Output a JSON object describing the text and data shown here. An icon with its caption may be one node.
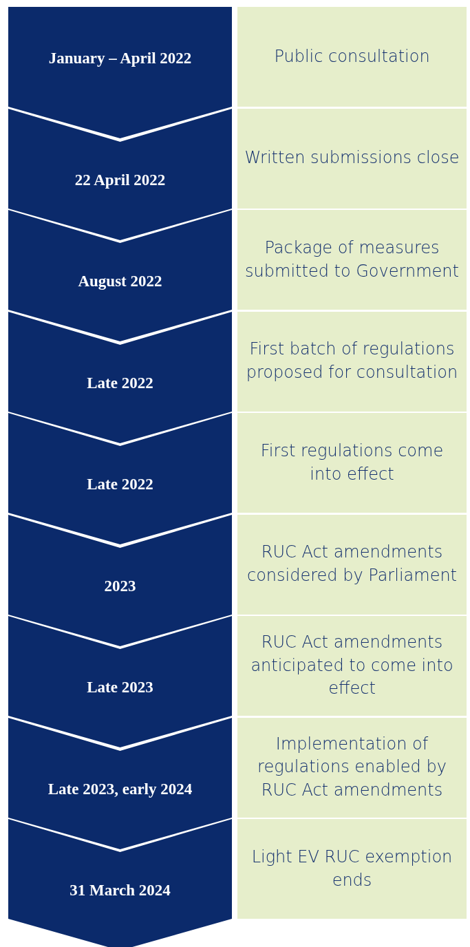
{
  "diagram": {
    "nodes": [
      {
        "text": [
          "January – April 2022"
        ]
      },
      {
        "text": [
          "Public consultation"
        ]
      },
      {
        "text": [
          "22 April 2022"
        ]
      },
      {
        "text": [
          "Written submissions close"
        ]
      },
      {
        "text": [
          "August 2022"
        ]
      },
      {
        "text": [
          "Package of measures submitted to Government"
        ]
      },
      {
        "text": [
          "Late 2022"
        ]
      },
      {
        "text": [
          "First batch of regulations proposed for consultation"
        ]
      },
      {
        "text": [
          "Late 2022"
        ]
      },
      {
        "text": [
          "First regulations come into effect"
        ]
      },
      {
        "text": [
          "2023"
        ]
      },
      {
        "text": [
          "RUC Act amendments considered by Parliament"
        ]
      },
      {
        "text": [
          "Late 2023"
        ]
      },
      {
        "text": [
          "RUC Act amendments anticipated to come into effect"
        ]
      },
      {
        "text": [
          "Late 2023, early 2024"
        ]
      },
      {
        "text": [
          "Implementation of regulations enabled by RUC Act amendments"
        ]
      },
      {
        "text": [
          "31 March 2024"
        ]
      },
      {
        "text": [
          "Light EV RUC exemption ends"
        ]
      }
    ]
  }
}
